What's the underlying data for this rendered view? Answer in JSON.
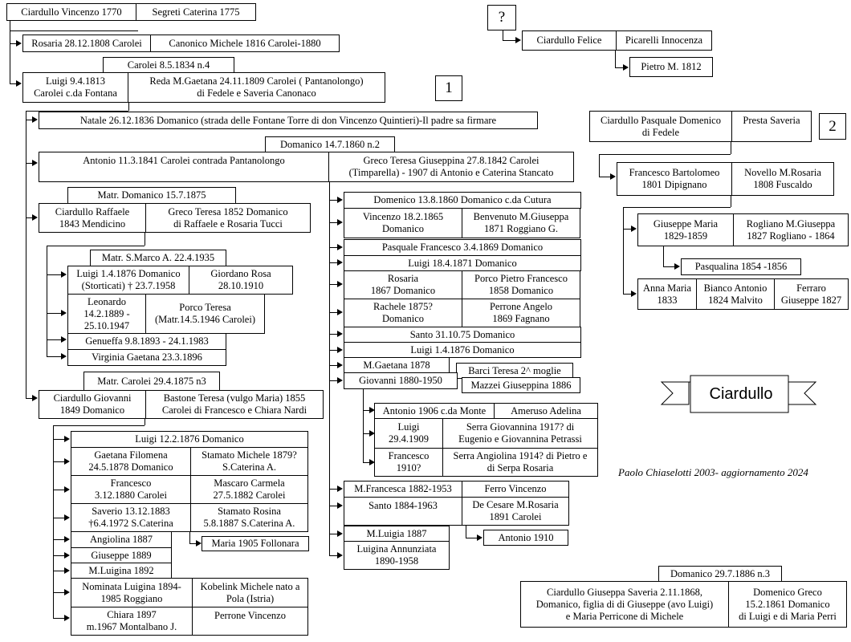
{
  "boxes": {
    "v1770": "Ciardullo Vincenzo 1770",
    "s1775": "Segreti Caterina 1775",
    "rosaria": "Rosaria 28.12.1808 Carolei",
    "canonico": "Canonico Michele 1816 Carolei-1880",
    "carolei1834": "Carolei 8.5.1834 n.4",
    "luigi1813a": "Luigi 9.4.1813",
    "luigi1813b": "Carolei c.da Fontana",
    "reda_a": "Reda M.Gaetana 24.11.1809 Carolei ( Pantanolongo)",
    "reda_b": "di Fedele e Saveria Canonaco",
    "natale": "Natale 26.12.1836 Domanico (strada delle Fontane Torre di don Vincenzo Quintieri)-Il padre sa firmare",
    "dom1860": "Domanico 14.7.1860 n.2",
    "antonio1841": "Antonio 11.3.1841 Carolei contrada Pantanolongo",
    "greco1842_a": "Greco Teresa Giuseppina 27.8.1842 Carolei",
    "greco1842_b": "(Timparella) - 1907 di Antonio e Caterina Stancato",
    "matr1875": "Matr. Domanico 15.7.1875",
    "raffaele_a": "Ciardullo Raffaele",
    "raffaele_b": "1843 Mendicino",
    "grecoT_a": "Greco Teresa 1852 Domanico",
    "grecoT_b": "di Raffaele e Rosaria Tucci",
    "matrSM": "Matr. S.Marco A. 22.4.1935",
    "luigi1876_a": "Luigi 1.4.1876  Domanico",
    "luigi1876_b": "(Storticati) † 23.7.1958",
    "giordano_a": "Giordano Rosa",
    "giordano_b": "28.10.1910",
    "leonardo_a": "Leonardo",
    "leonardo_b": "14.2.1889 -",
    "leonardo_c": "25.10.1947",
    "porcoT_a": "Porco Teresa",
    "porcoT_b": "(Matr.14.5.1946 Carolei)",
    "genueffa": "Genueffa 9.8.1893 - 24.1.1983",
    "virginia": "Virginia Gaetana 23.3.1896",
    "matrCar1875": "Matr. Carolei 29.4.1875 n3",
    "giovanni_a": "Ciardullo Giovanni",
    "giovanni_b": "1849 Domanico",
    "bastone_a": "Bastone Teresa (vulgo Maria) 1855",
    "bastone_b": "Carolei di Francesco e Chiara Nardi",
    "luigi1876b": "Luigi 12.2.1876 Domanico",
    "gaetanaF_a": "Gaetana Filomena",
    "gaetanaF_b": "24.5.1878 Domanico",
    "stamatoM_a": "Stamato Michele 1879?",
    "stamatoM_b": "S.Caterina A.",
    "francesco1880_a": "Francesco",
    "francesco1880_b": "3.12.1880 Carolei",
    "mascaro_a": "Mascaro Carmela",
    "mascaro_b": "27.5.1882 Carolei",
    "saverio_a": "Saverio 13.12.1883",
    "saverio_b": "†6.4.1972 S.Caterina",
    "stamatoR_a": "Stamato Rosina",
    "stamatoR_b": "5.8.1887 S.Caterina A.",
    "maria1905": "Maria 1905 Follonara",
    "angiolina": "Angiolina 1887",
    "giuseppe1889": "Giuseppe 1889",
    "mluigina1892": "M.Luigina 1892",
    "nominata_a": "Nominata Luigina 1894-",
    "nominata_b": "1985 Roggiano",
    "kobelink_a": "Kobelink Michele nato a",
    "kobelink_b": "Pola (Istria)",
    "chiara_a": "Chiara 1897",
    "chiara_b": "m.1967 Montalbano J.",
    "perroneV": "Perrone Vincenzo",
    "domenico1860": "Domenico 13.8.1860 Domanico c.da Cutura",
    "vincenzo1865_a": "Vincenzo 18.2.1865",
    "vincenzo1865_b": "Domanico",
    "benvenuto_a": "Benvenuto M.Giuseppa",
    "benvenuto_b": "1871 Roggiano G.",
    "pasquale1869": "Pasquale Francesco 3.4.1869 Domanico",
    "luigi1871": "Luigi 18.4.1871 Domanico",
    "rosaria1867_a": "Rosaria",
    "rosaria1867_b": "1867 Domanico",
    "porcoP_a": "Porco Pietro Francesco",
    "porcoP_b": "1858 Domanico",
    "rachele_a": "Rachele 1875?",
    "rachele_b": "Domanico",
    "perroneA_a": "Perrone Angelo",
    "perroneA_b": "1869 Fagnano",
    "santo1875": "Santo 31.10.75 Domanico",
    "luigi1876c": "Luigi 1.4.1876 Domanico",
    "mgaetana1878": "M.Gaetana 1878",
    "barci": "Barci Teresa 2^ moglie",
    "giovanni1880": "Giovanni 1880-1950",
    "mazzei": "Mazzei Giuseppina 1886",
    "antonio1906": "Antonio 1906 c.da Monte",
    "ameruso": "Ameruso Adelina",
    "luigi1909_a": "Luigi",
    "luigi1909_b": "29.4.1909",
    "serraG_a": "Serra Giovannina 1917? di",
    "serraG_b": "Eugenio e Giovannina Petrassi",
    "francesco1910_a": "Francesco",
    "francesco1910_b": "1910?",
    "serraA_a": "Serra Angiolina 1914? di Pietro e",
    "serraA_b": "di Serpa Rosaria",
    "mfrancesca": "M.Francesca 1882-1953",
    "ferro": "Ferro Vincenzo",
    "santo1884": "Santo 1884-1963",
    "decesare_a": "De Cesare M.Rosaria",
    "decesare_b": "1891 Carolei",
    "antonio1910": "Antonio 1910",
    "mluigia1887": "M.Luigia 1887",
    "luigina_a": "Luigina Annunziata",
    "luigina_b": "1890-1958",
    "question": "?",
    "felice": "Ciardullo Felice",
    "picarelli": "Picarelli Innocenza",
    "pietro1812": "Pietro M. 1812",
    "pasqualeD_a": "Ciardullo Pasquale Domenico",
    "pasqualeD_b": "di Fedele",
    "presta": "Presta Saveria",
    "francescoB_a": "Francesco Bartolomeo",
    "francescoB_b": "1801 Dipignano",
    "novello_a": "Novello M.Rosaria",
    "novello_b": "1808 Fuscaldo",
    "giuseppeM_a": "Giuseppe Maria",
    "giuseppeM_b": "1829-1859",
    "rogliano_a": "Rogliano M.Giuseppa",
    "rogliano_b": "1827 Rogliano - 1864",
    "pasqualina": "Pasqualina 1854 -1856",
    "annaMaria_a": "Anna Maria",
    "annaMaria_b": "1833",
    "bianco_a": "Bianco Antonio",
    "bianco_b": "1824 Malvito",
    "ferraro_a": "Ferraro",
    "ferraro_b": "Giuseppe 1827",
    "dom1886": "Domanico 29.7.1886 n.3",
    "saveria1868_a": "Ciardullo Giuseppa Saveria  2.11.1868,",
    "saveria1868_b": "Domanico, figlia di di Giuseppe (avo Luigi)",
    "saveria1868_c": "e Maria Perricone di Michele",
    "domGreco_a": "Domenico Greco",
    "domGreco_b": "15.2.1861 Domanico",
    "domGreco_c": "di Luigi e di Maria Perri"
  },
  "markers": {
    "one": "1",
    "two": "2"
  },
  "banner": "Ciardullo",
  "signature": "Paolo Chiaselotti 2003- aggiornamento 2024",
  "colors": {
    "line": "#000000",
    "box_border": "#000000",
    "background": "#ffffff",
    "banner_fill": "#ffffff"
  }
}
